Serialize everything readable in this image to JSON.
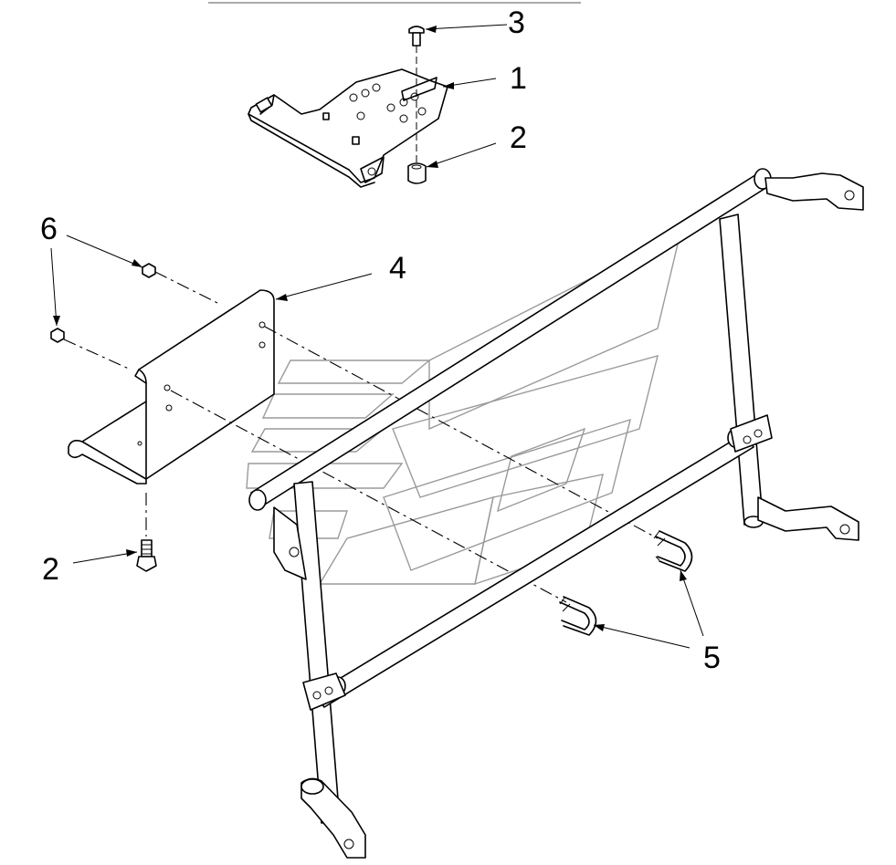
{
  "callouts": {
    "c1": "1",
    "c2a": "2",
    "c2b": "2",
    "c3": "3",
    "c4": "4",
    "c5": "5",
    "c6": "6"
  }
}
